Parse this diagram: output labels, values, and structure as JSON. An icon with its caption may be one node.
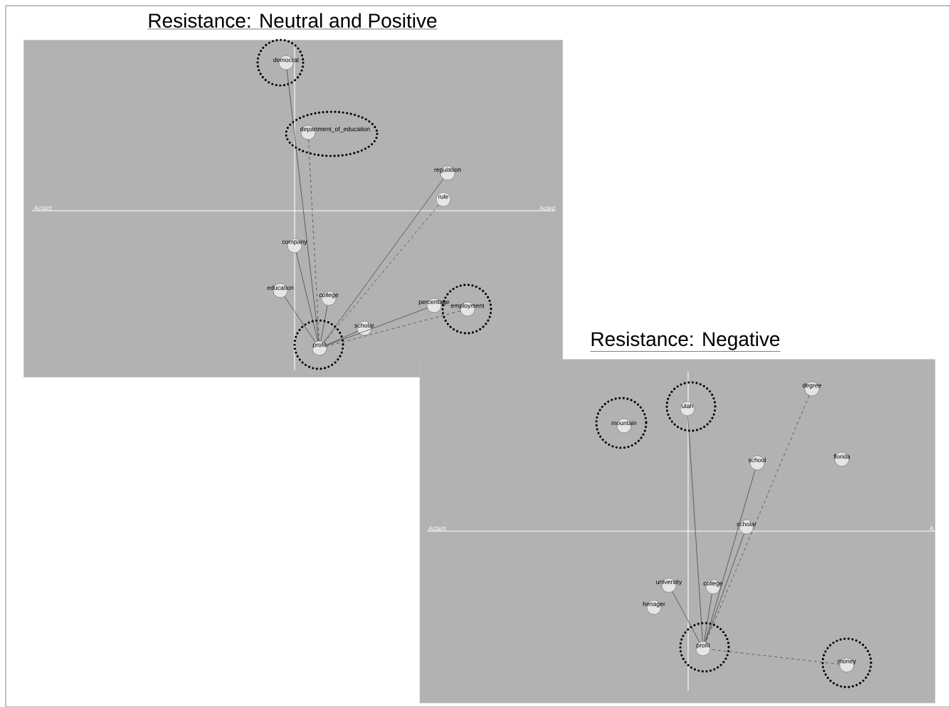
{
  "diagram": {
    "nodes": [
      {
        "text": [
          "Resistance: Neutral and Positive"
        ]
      },
      {
        "text": [
          "Resistance: Negative"
        ]
      },
      {
        "text": [
          "democrat"
        ],
        "in": 0
      },
      {
        "text": [
          "department_of_education"
        ],
        "in": 0
      },
      {
        "text": [
          "regulation"
        ],
        "in": 0
      },
      {
        "text": [
          "rule"
        ],
        "in": 0
      },
      {
        "text": [
          "company"
        ],
        "in": 0
      },
      {
        "text": [
          "education"
        ],
        "in": 0
      },
      {
        "text": [
          "college"
        ],
        "in": 0
      },
      {
        "text": [
          "percentage"
        ],
        "in": 0
      },
      {
        "text": [
          "employment"
        ],
        "in": 0
      },
      {
        "text": [
          "scholar"
        ],
        "in": 0
      },
      {
        "text": [
          "profit"
        ],
        "in": 0
      },
      {
        "text": [
          "degree"
        ],
        "in": 1
      },
      {
        "text": [
          "utah"
        ],
        "in": 1
      },
      {
        "text": [
          "mountain"
        ],
        "in": 1
      },
      {
        "text": [
          "school"
        ],
        "in": 1
      },
      {
        "text": [
          "florida"
        ],
        "in": 1
      },
      {
        "text": [
          "scholar"
        ],
        "in": 1
      },
      {
        "text": [
          "university"
        ],
        "in": 1
      },
      {
        "text": [
          "college"
        ],
        "in": 1
      },
      {
        "text": [
          "henager"
        ],
        "in": 1
      },
      {
        "text": [
          "profit"
        ],
        "in": 1
      },
      {
        "text": [
          "money"
        ],
        "in": 1
      }
    ],
    "edges": [
      {
        "from": 2,
        "to": 12,
        "arrow": "none"
      },
      {
        "from": 3,
        "to": 12,
        "arrow": "none",
        "style": "dashed"
      },
      {
        "from": 4,
        "to": 12,
        "arrow": "none"
      },
      {
        "from": 5,
        "to": 12,
        "arrow": "none",
        "style": "dashed"
      },
      {
        "from": 6,
        "to": 12,
        "arrow": "none"
      },
      {
        "from": 7,
        "to": 12,
        "arrow": "none"
      },
      {
        "from": 8,
        "to": 12,
        "arrow": "none"
      },
      {
        "from": 9,
        "to": 12,
        "arrow": "none"
      },
      {
        "from": 10,
        "to": 12,
        "arrow": "none",
        "style": "dashed"
      },
      {
        "from": 11,
        "to": 12,
        "arrow": "none"
      },
      {
        "from": 13,
        "to": 22,
        "arrow": "none",
        "style": "dashed"
      },
      {
        "from": 14,
        "to": 22,
        "arrow": "none"
      },
      {
        "from": 16,
        "to": 22,
        "arrow": "none"
      },
      {
        "from": 18,
        "to": 22,
        "arrow": "none"
      },
      {
        "from": 19,
        "to": 22,
        "arrow": "none"
      },
      {
        "from": 20,
        "to": 22,
        "arrow": "none"
      },
      {
        "from": 23,
        "to": 22,
        "arrow": "none",
        "style": "dashed"
      }
    ],
    "labels": [
      "Actant",
      "Acted",
      "Actant",
      "A"
    ]
  }
}
